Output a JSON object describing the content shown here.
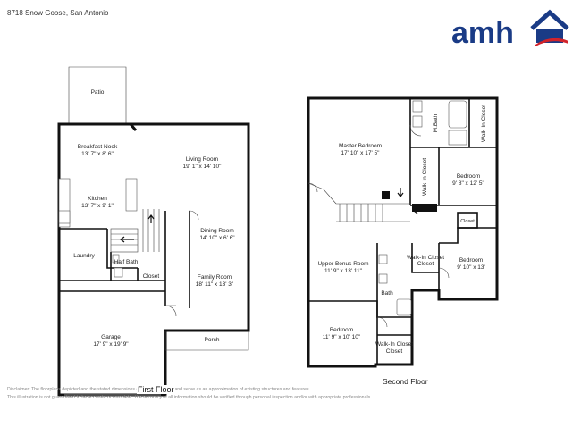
{
  "header": {
    "address": "8718 Snow Goose, San Antonio",
    "brand": "amh",
    "brand_color": "#1a3b86",
    "accent_color": "#d2232a"
  },
  "first_floor": {
    "title": "First Floor",
    "rooms": {
      "patio": {
        "name": "Patio"
      },
      "breakfast_nook": {
        "name": "Breakfast Nook",
        "dims": "13' 7\" x 8' 6\""
      },
      "living_room": {
        "name": "Living Room",
        "dims": "19' 1\" x 14' 10\""
      },
      "kitchen": {
        "name": "Kitchen",
        "dims": "13' 7\" x 9' 1\""
      },
      "dining_room": {
        "name": "Dining Room",
        "dims": "14' 10\" x 6' 6\""
      },
      "laundry": {
        "name": "Laundry"
      },
      "half_bath": {
        "name": "Half Bath"
      },
      "closet": {
        "name": "Closet"
      },
      "family_room": {
        "name": "Family Room",
        "dims": "18' 11\" x 13' 3\""
      },
      "garage": {
        "name": "Garage",
        "dims": "17' 9\" x 19' 9\""
      },
      "porch": {
        "name": "Porch"
      }
    }
  },
  "second_floor": {
    "title": "Second Floor",
    "rooms": {
      "master_bedroom": {
        "name": "Master Bedroom",
        "dims": "17' 10\" x 17' 5\""
      },
      "m_bath": {
        "name": "M.Bath"
      },
      "walk_in_closet_master": {
        "name": "Walk-In Closet"
      },
      "walk_in_closet_stair": {
        "name": "Walk-In Closet"
      },
      "bedroom_2": {
        "name": "Bedroom",
        "dims": "9' 8\" x 12' 5\""
      },
      "closet_small": {
        "name": "Closet"
      },
      "upper_bonus_room": {
        "name": "Upper Bonus Room",
        "dims": "11' 9\" x 13' 11\""
      },
      "walk_in_closet_mid": {
        "name": "Walk-In Closet"
      },
      "bedroom_3": {
        "name": "Bedroom",
        "dims": "9' 10\" x 13'"
      },
      "bath": {
        "name": "Bath"
      },
      "bedroom_4": {
        "name": "Bedroom",
        "dims": "11' 9\" x 10' 10\""
      },
      "walk_in_closet_bottom": {
        "name": "Walk-In Closet"
      }
    }
  },
  "disclaimer": {
    "line1": "Disclaimer: The floorplans depicted and the stated dimensions are indicative only and serve as an approximation of existing structures and features.",
    "line2": "This illustration is not guaranteed to be accurate or complete. The accuracy of all information should be verified through personal inspection and/or with appropriate professionals."
  }
}
